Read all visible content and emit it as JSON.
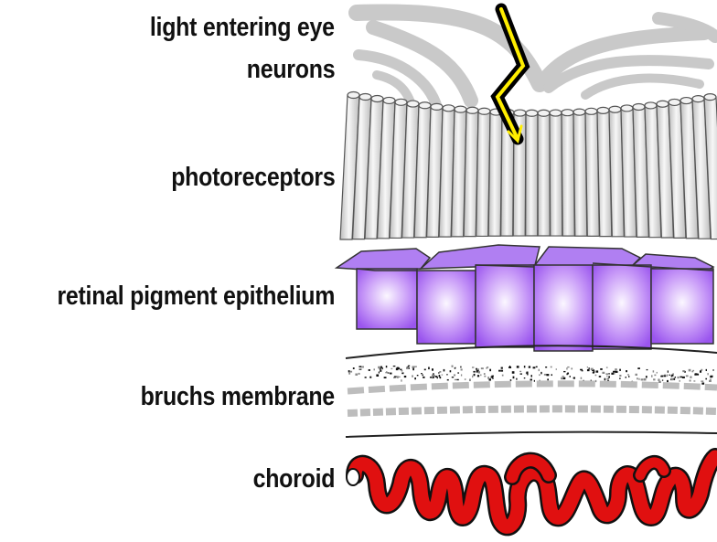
{
  "labels": {
    "light": "light entering eye",
    "neurons": "neurons",
    "photoreceptors": "photoreceptors",
    "rpe": "retinal pigment epithelium",
    "bruchs": "bruchs membrane",
    "choroid": "choroid"
  },
  "colors": {
    "neuron_gray": "#c9c9c9",
    "rod_fill": "#e6e6e6",
    "rod_stroke": "#555555",
    "rpe_purple": "#a86bf2",
    "rpe_light": "#f4ecff",
    "rpe_stroke": "#333333",
    "membrane_gray": "#b5b5b5",
    "choroid_red": "#e01010",
    "lightning_yellow": "#ffee00",
    "lightning_black": "#000000"
  },
  "icons": {
    "light": "lightning-bolt-icon"
  }
}
